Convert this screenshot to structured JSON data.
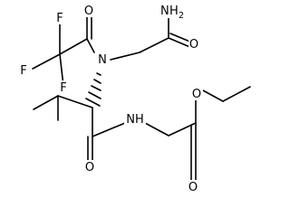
{
  "molecule": {
    "atoms": {
      "f1": {
        "main": "F"
      },
      "f2": {
        "main": "F"
      },
      "f3": {
        "main": "F"
      },
      "o_tfa": {
        "main": "O"
      },
      "nh2": {
        "main": "H",
        "sub": "2",
        "pre": "N"
      },
      "o_amide": {
        "main": "O"
      },
      "n_central": {
        "main": "N"
      },
      "nh": {
        "main": "NH"
      },
      "o_val": {
        "main": "O"
      },
      "o_ester_carbonyl": {
        "main": "O"
      },
      "o_ester": {
        "main": "O"
      }
    }
  }
}
